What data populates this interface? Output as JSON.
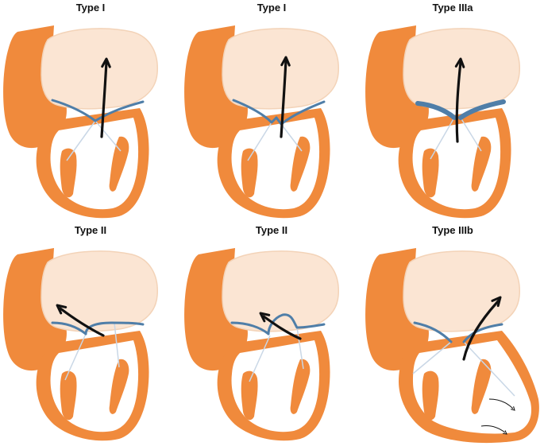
{
  "colors": {
    "muscle": "#f08a3c",
    "atrium": "#fbe5d3",
    "leaflet": "#4f7ea8",
    "arrow": "#111111",
    "chordae": "#c9d7e6"
  },
  "panels": [
    {
      "title": "Type I",
      "variant": "central-flat"
    },
    {
      "title": "Type I",
      "variant": "central-notched"
    },
    {
      "title": "Type IIIa",
      "variant": "thick-restricted"
    },
    {
      "title": "Type II",
      "variant": "prolapse-left"
    },
    {
      "title": "Type II",
      "variant": "prolapse-step"
    },
    {
      "title": "Type IIIb",
      "variant": "dilated-tethered"
    }
  ]
}
